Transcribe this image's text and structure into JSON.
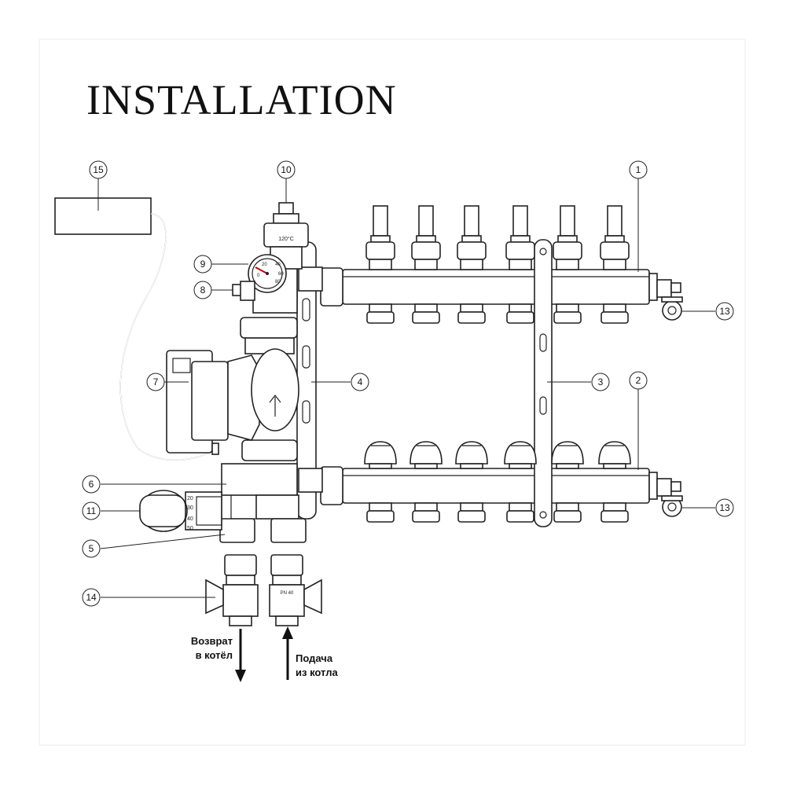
{
  "title": "INSTALLATION",
  "callouts": {
    "c1": "1",
    "c2": "2",
    "c3": "3",
    "c4": "4",
    "c5": "5",
    "c6": "6",
    "c7": "7",
    "c8": "8",
    "c9": "9",
    "c10": "10",
    "c11": "11",
    "c13a": "13",
    "c13b": "13",
    "c14": "14",
    "c15": "15"
  },
  "labels": {
    "return_line1": "Возврат",
    "return_line2": "в котёл",
    "supply_line1": "Подача",
    "supply_line2": "из котла",
    "safety_valve_temp": "120°C",
    "thermometer_scale": [
      "20",
      "40",
      "60",
      "80",
      "0"
    ],
    "thermo_head_scale": [
      "20",
      "30",
      "40",
      "50"
    ],
    "valve_mark": "PN 40"
  }
}
